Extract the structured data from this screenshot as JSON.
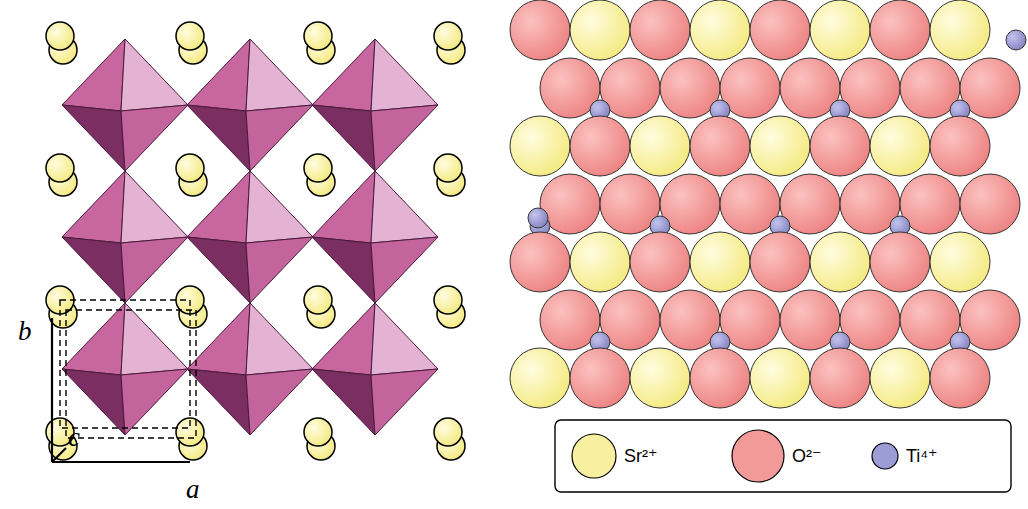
{
  "diagram": {
    "labels": [
      "b",
      "c",
      "a"
    ],
    "legend": [
      {
        "text": "Sr²⁺",
        "color": "#f8f0a0"
      },
      {
        "text": "O²⁻",
        "color": "#f29a98"
      },
      {
        "text": "Ti⁴⁺",
        "color": "#9d9dd6"
      }
    ]
  }
}
